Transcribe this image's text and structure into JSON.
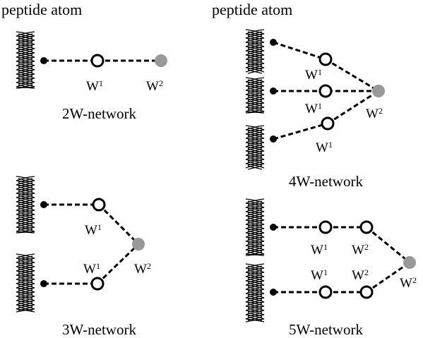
{
  "headers": {
    "left": "peptide atom",
    "right": "peptide atom"
  },
  "water": {
    "w1": "W",
    "w1_sub": "1",
    "w2": "W",
    "w2_sub": "2"
  },
  "captions": {
    "net2": "2W-network",
    "net3": "3W-network",
    "net4": "4W-network",
    "net5": "5W-network"
  },
  "colors": {
    "w2_fill": "#999999",
    "line": "#000000",
    "w1_fill": "#ffffff"
  },
  "icons": [
    "alpha-helix-icon",
    "peptide-atom-dot",
    "water-w1-circle",
    "water-w2-circle"
  ]
}
